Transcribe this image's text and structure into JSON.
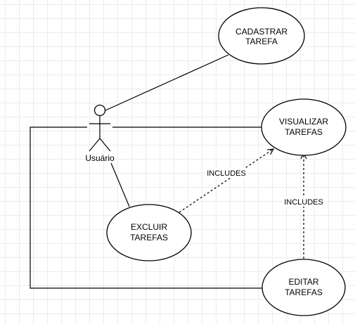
{
  "actor": {
    "name": "Usuário"
  },
  "use_cases": {
    "cadastrar": {
      "line1": "CADASTRAR",
      "line2": "TAREFA"
    },
    "visualizar": {
      "line1": "VISUALIZAR",
      "line2": "TAREFAS"
    },
    "excluir": {
      "line1": "EXCLUIR",
      "line2": "TAREFAS"
    },
    "editar": {
      "line1": "EDITAR",
      "line2": "TAREFAS"
    }
  },
  "relations": {
    "excluir_visualizar": "INCLUDES",
    "editar_visualizar": "INCLUDES"
  }
}
